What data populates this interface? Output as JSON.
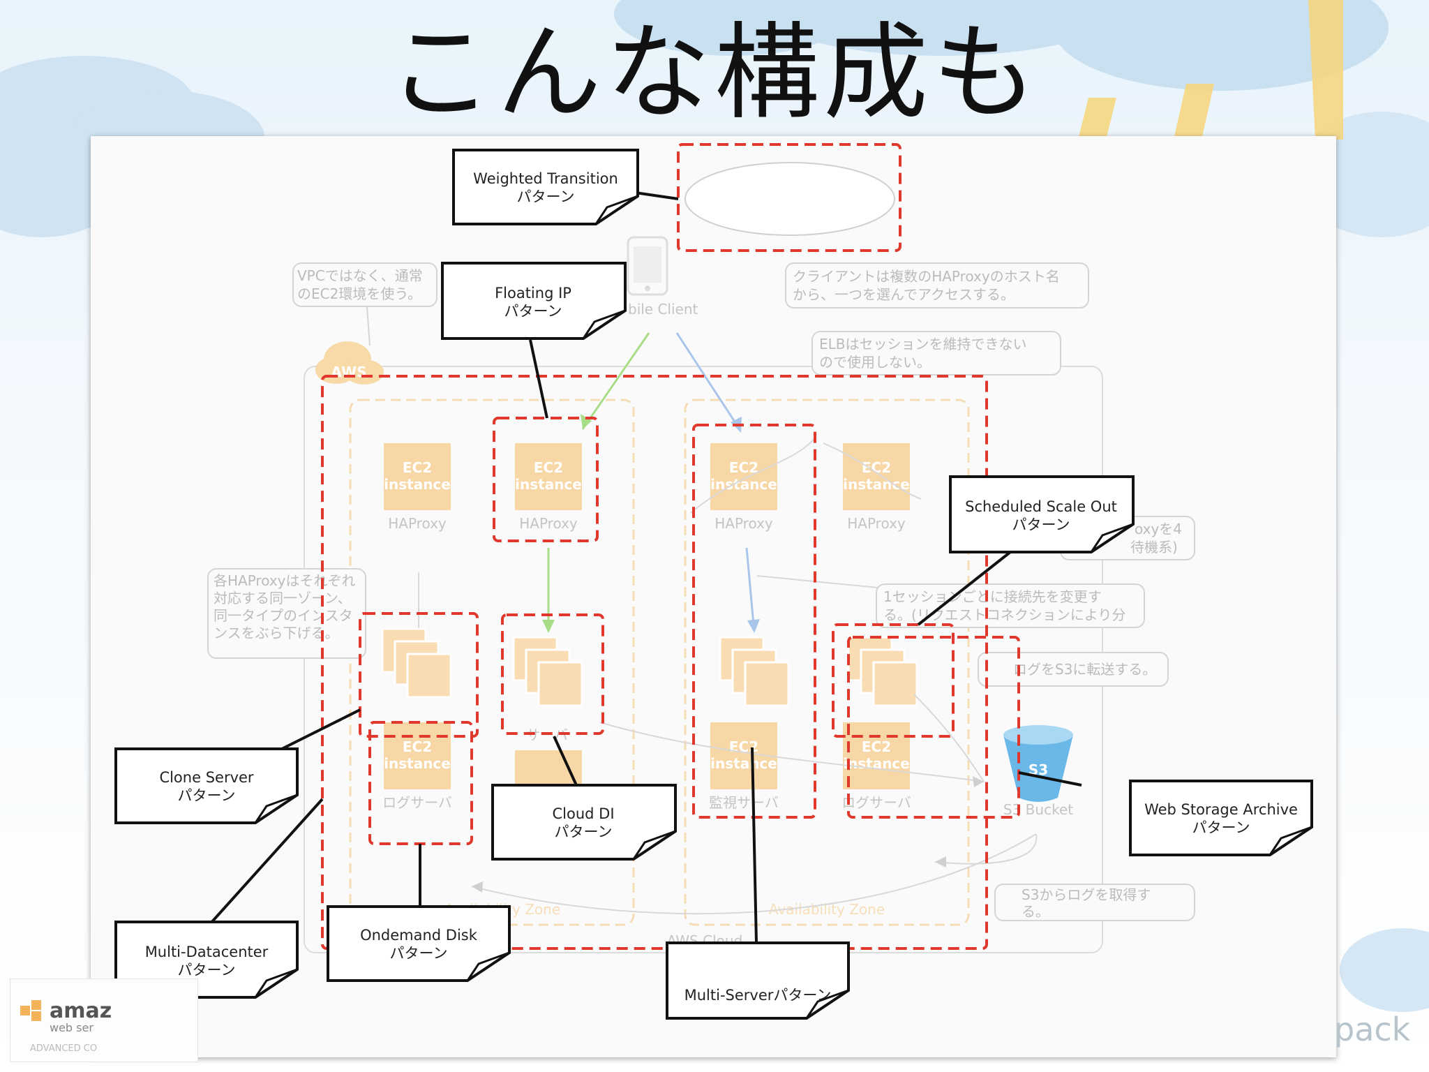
{
  "slide": {
    "title": "こんな構成も"
  },
  "diagram": {
    "mobile_client_label": "bile Client",
    "aws_badge": "AWS",
    "aws_cloud_label": "AWS Cloud",
    "availability_zone_left": "Availability Zone",
    "availability_zone_right": "Availability Zone",
    "ec2_line1": "EC2",
    "ec2_line2": "instance",
    "haproxy_label": "HAProxy",
    "log_server_label": "ログサーバ",
    "monitor_server_label": "監視サーバ",
    "s3_icon_label": "S3",
    "s3_bucket_label": "S3 Bucket",
    "server_label_partial": "サーバ"
  },
  "notes": {
    "vpc_line1": "VPCではなく、通常",
    "vpc_line2": "のEC2環境を使う。",
    "client_line1": "クライアントは複数のHAProxyのホスト名",
    "client_line2": "から、一つを選んでアクセスする。",
    "elb_line1": "ELBはセッションを維持できない",
    "elb_line2": "ので使用しない。",
    "proxy4_line1": "oxyを4",
    "proxy4_line2": "待機系)",
    "each_line1": "各HAProxyはそれぞれ",
    "each_line2": "対応する同一ゾーン、",
    "each_line3": "同一タイプのインスタ",
    "each_line4": "ンスをぶら下げる。",
    "session_line1": "1セッションごとに接続先を変更す",
    "session_line2": "る。(リクエストコネクションにより分",
    "logs3_line1": "ログをS3に転送する。",
    "s3get_line1": "S3からログを取得す",
    "s3get_line2": "る。"
  },
  "callouts": {
    "weighted_l1": "Weighted Transition",
    "weighted_l2": "パターン",
    "floating_l1": "Floating IP",
    "floating_l2": "パターン",
    "scheduled_l1": "Scheduled Scale Out",
    "scheduled_l2": "パターン",
    "clone_l1": "Clone Server",
    "clone_l2": "パターン",
    "clouddi_l1": "Cloud DI",
    "clouddi_l2": "パターン",
    "webstorage_l1": "Web Storage Archive",
    "webstorage_l2": "パターン",
    "multidc_l1": "Multi-Datacenter",
    "multidc_l2": "パターン",
    "ondemand_l1": "Ondemand Disk",
    "ondemand_l2": "パターン",
    "multiserver_l1": "Multi-Serverパターン"
  },
  "footer": {
    "brand": "amaz",
    "sub": "web ser",
    "sub2": "ADVANCED CO",
    "right_fragment": "pack"
  },
  "colors": {
    "dashed_red": "#e0382c",
    "ec2_orange": "#f8d7a6",
    "pale_orange_border": "#f5dcb5",
    "green_arrow": "#a9dc86",
    "blue_arrow": "#a9c6ea",
    "s3_blue": "#6ab8e8"
  }
}
